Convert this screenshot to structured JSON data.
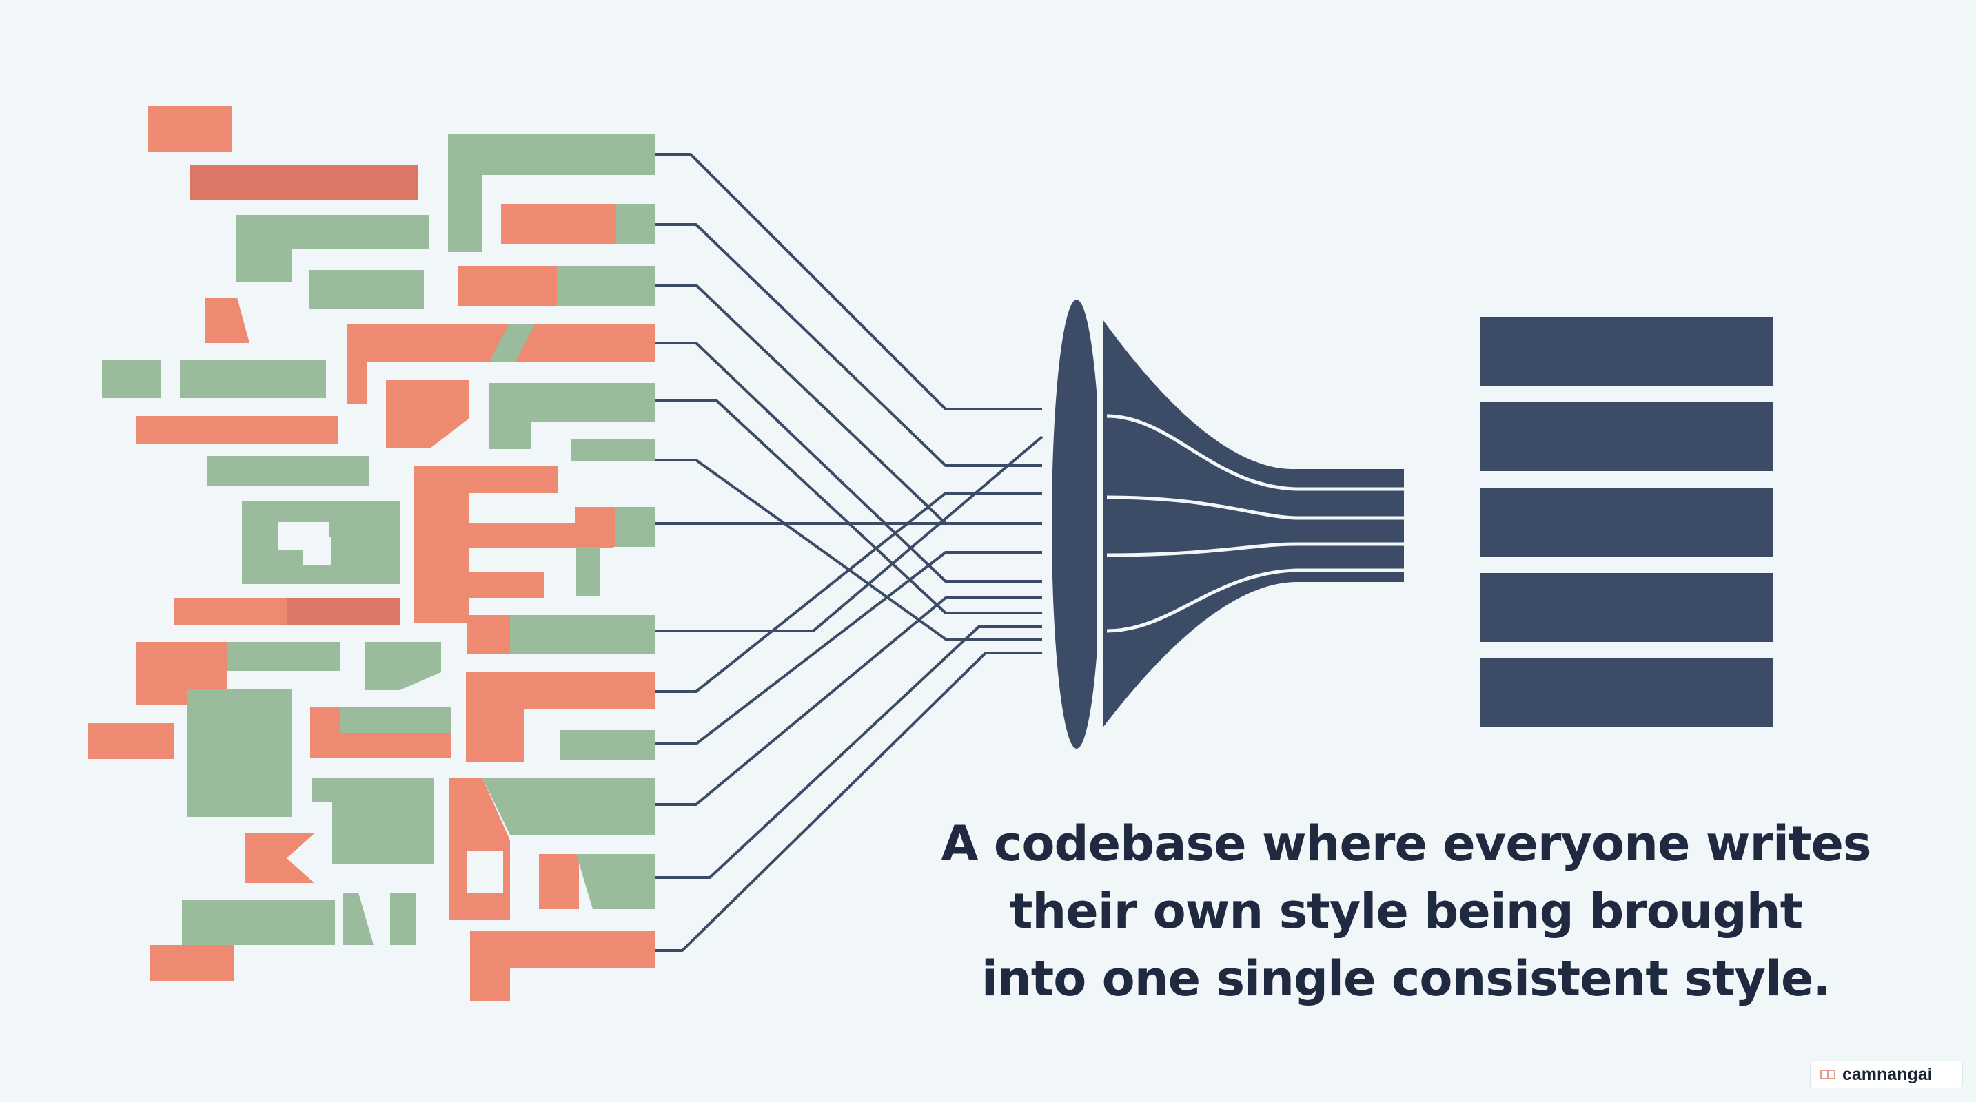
{
  "caption": {
    "line1": "A codebase where everyone writes",
    "line2": "their own style being brought",
    "line3": "into one single consistent style."
  },
  "watermark": {
    "icon": "book-icon",
    "text": "camnangai"
  },
  "colors": {
    "background": "#f1f6f8",
    "coral": "#ee8a72",
    "coral_dark": "#dd7765",
    "sage": "#9bbb9d",
    "navy": "#3d4c66",
    "caption_text": "#1f2a40"
  }
}
